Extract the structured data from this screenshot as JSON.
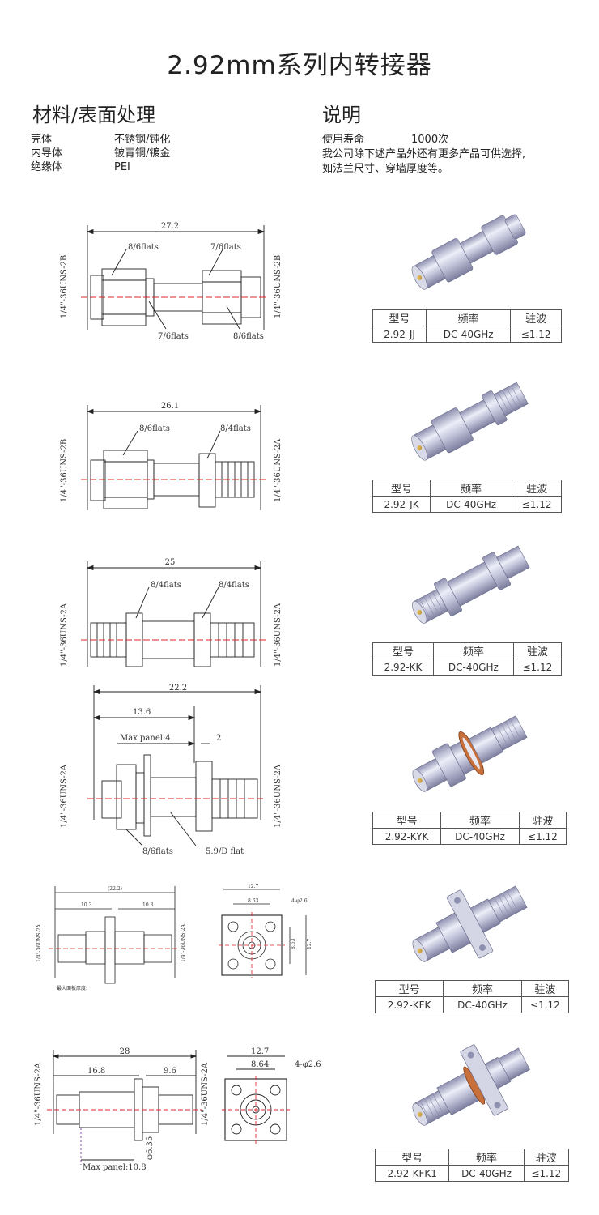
{
  "title": "2.92mm系列内转接器",
  "materials": {
    "heading": "材料/表面处理",
    "rows": [
      {
        "part": "壳体",
        "finish": "不锈钢/钝化"
      },
      {
        "part": "内导体",
        "finish": "铍青铜/镀金"
      },
      {
        "part": "绝缘体",
        "finish": "PEI"
      }
    ]
  },
  "description": {
    "heading": "说明",
    "life_label": "使用寿命",
    "life_value": "1000次",
    "line2": "我公司除下述产品外还有更多产品可供选择,",
    "line3": "如法兰尺寸、穿墙厚度等。"
  },
  "table_headers": {
    "model": "型号",
    "freq": "频率",
    "vswr": "驻波"
  },
  "products": [
    {
      "model": "2.92-JJ",
      "freq": "DC-40GHz",
      "vswr": "≤1.12",
      "dims": {
        "total": "27.2",
        "left_top": "8/6flats",
        "right_top": "7/6flats",
        "left_bottom": "7/6flats",
        "right_bottom": "8/6flats",
        "thread_left": "1/4\"-36UNS-2B",
        "thread_right": "1/4\"-36UNS-2B"
      }
    },
    {
      "model": "2.92-JK",
      "freq": "DC-40GHz",
      "vswr": "≤1.12",
      "dims": {
        "total": "26.1",
        "left_top": "8/6flats",
        "right_top": "8/4flats",
        "thread_left": "1/4\"-36UNS-2B",
        "thread_right": "1/4\"-36UNS-2A"
      }
    },
    {
      "model": "2.92-KK",
      "freq": "DC-40GHz",
      "vswr": "≤1.12",
      "dims": {
        "total": "25",
        "left_top": "8/4flats",
        "right_top": "8/4flats",
        "thread_left": "1/4\"-36UNS-2A",
        "thread_right": "1/4\"-36UNS-2A"
      }
    },
    {
      "model": "2.92-KYK",
      "freq": "DC-40GHz",
      "vswr": "≤1.12",
      "dims": {
        "total": "22.2",
        "part": "13.6",
        "panel": "Max panel:4",
        "gap": "2",
        "flats": "8/6flats",
        "dflat": "5.9/D flat",
        "thread_left": "1/4\"-36UNS-2A",
        "thread_right": "1/4\"-36UNS-2A"
      }
    },
    {
      "model": "2.92-KFK",
      "freq": "DC-40GHz",
      "vswr": "≤1.12",
      "dims": {
        "total": "(22.2)",
        "left": "10.3",
        "right": "10.3",
        "square": "12.7",
        "holes": "8.63",
        "hole_dia": "4-φ2.6",
        "side1": "8.63",
        "side2": "12.7",
        "thread_left": "1/4\"-36UNS-2A",
        "thread_right": "1/4\"-36UNS-2A",
        "note": "最大面板厚度:"
      }
    },
    {
      "model": "2.92-KFK1",
      "freq": "DC-40GHz",
      "vswr": "≤1.12",
      "dims": {
        "total": "28",
        "left": "16.8",
        "right": "9.6",
        "square": "12.7",
        "holes": "8.64",
        "hole_dia": "4-φ2.6",
        "dia": "φ6.35",
        "panel": "Max panel:10.8",
        "thread_left": "1/4\"-36UNS-2A",
        "thread_right": "1/4\"-36UNS-2A"
      }
    }
  ],
  "colors": {
    "centerline": "#e0242a",
    "metal": "#c4c6dc",
    "gasket": "#b5451f"
  }
}
